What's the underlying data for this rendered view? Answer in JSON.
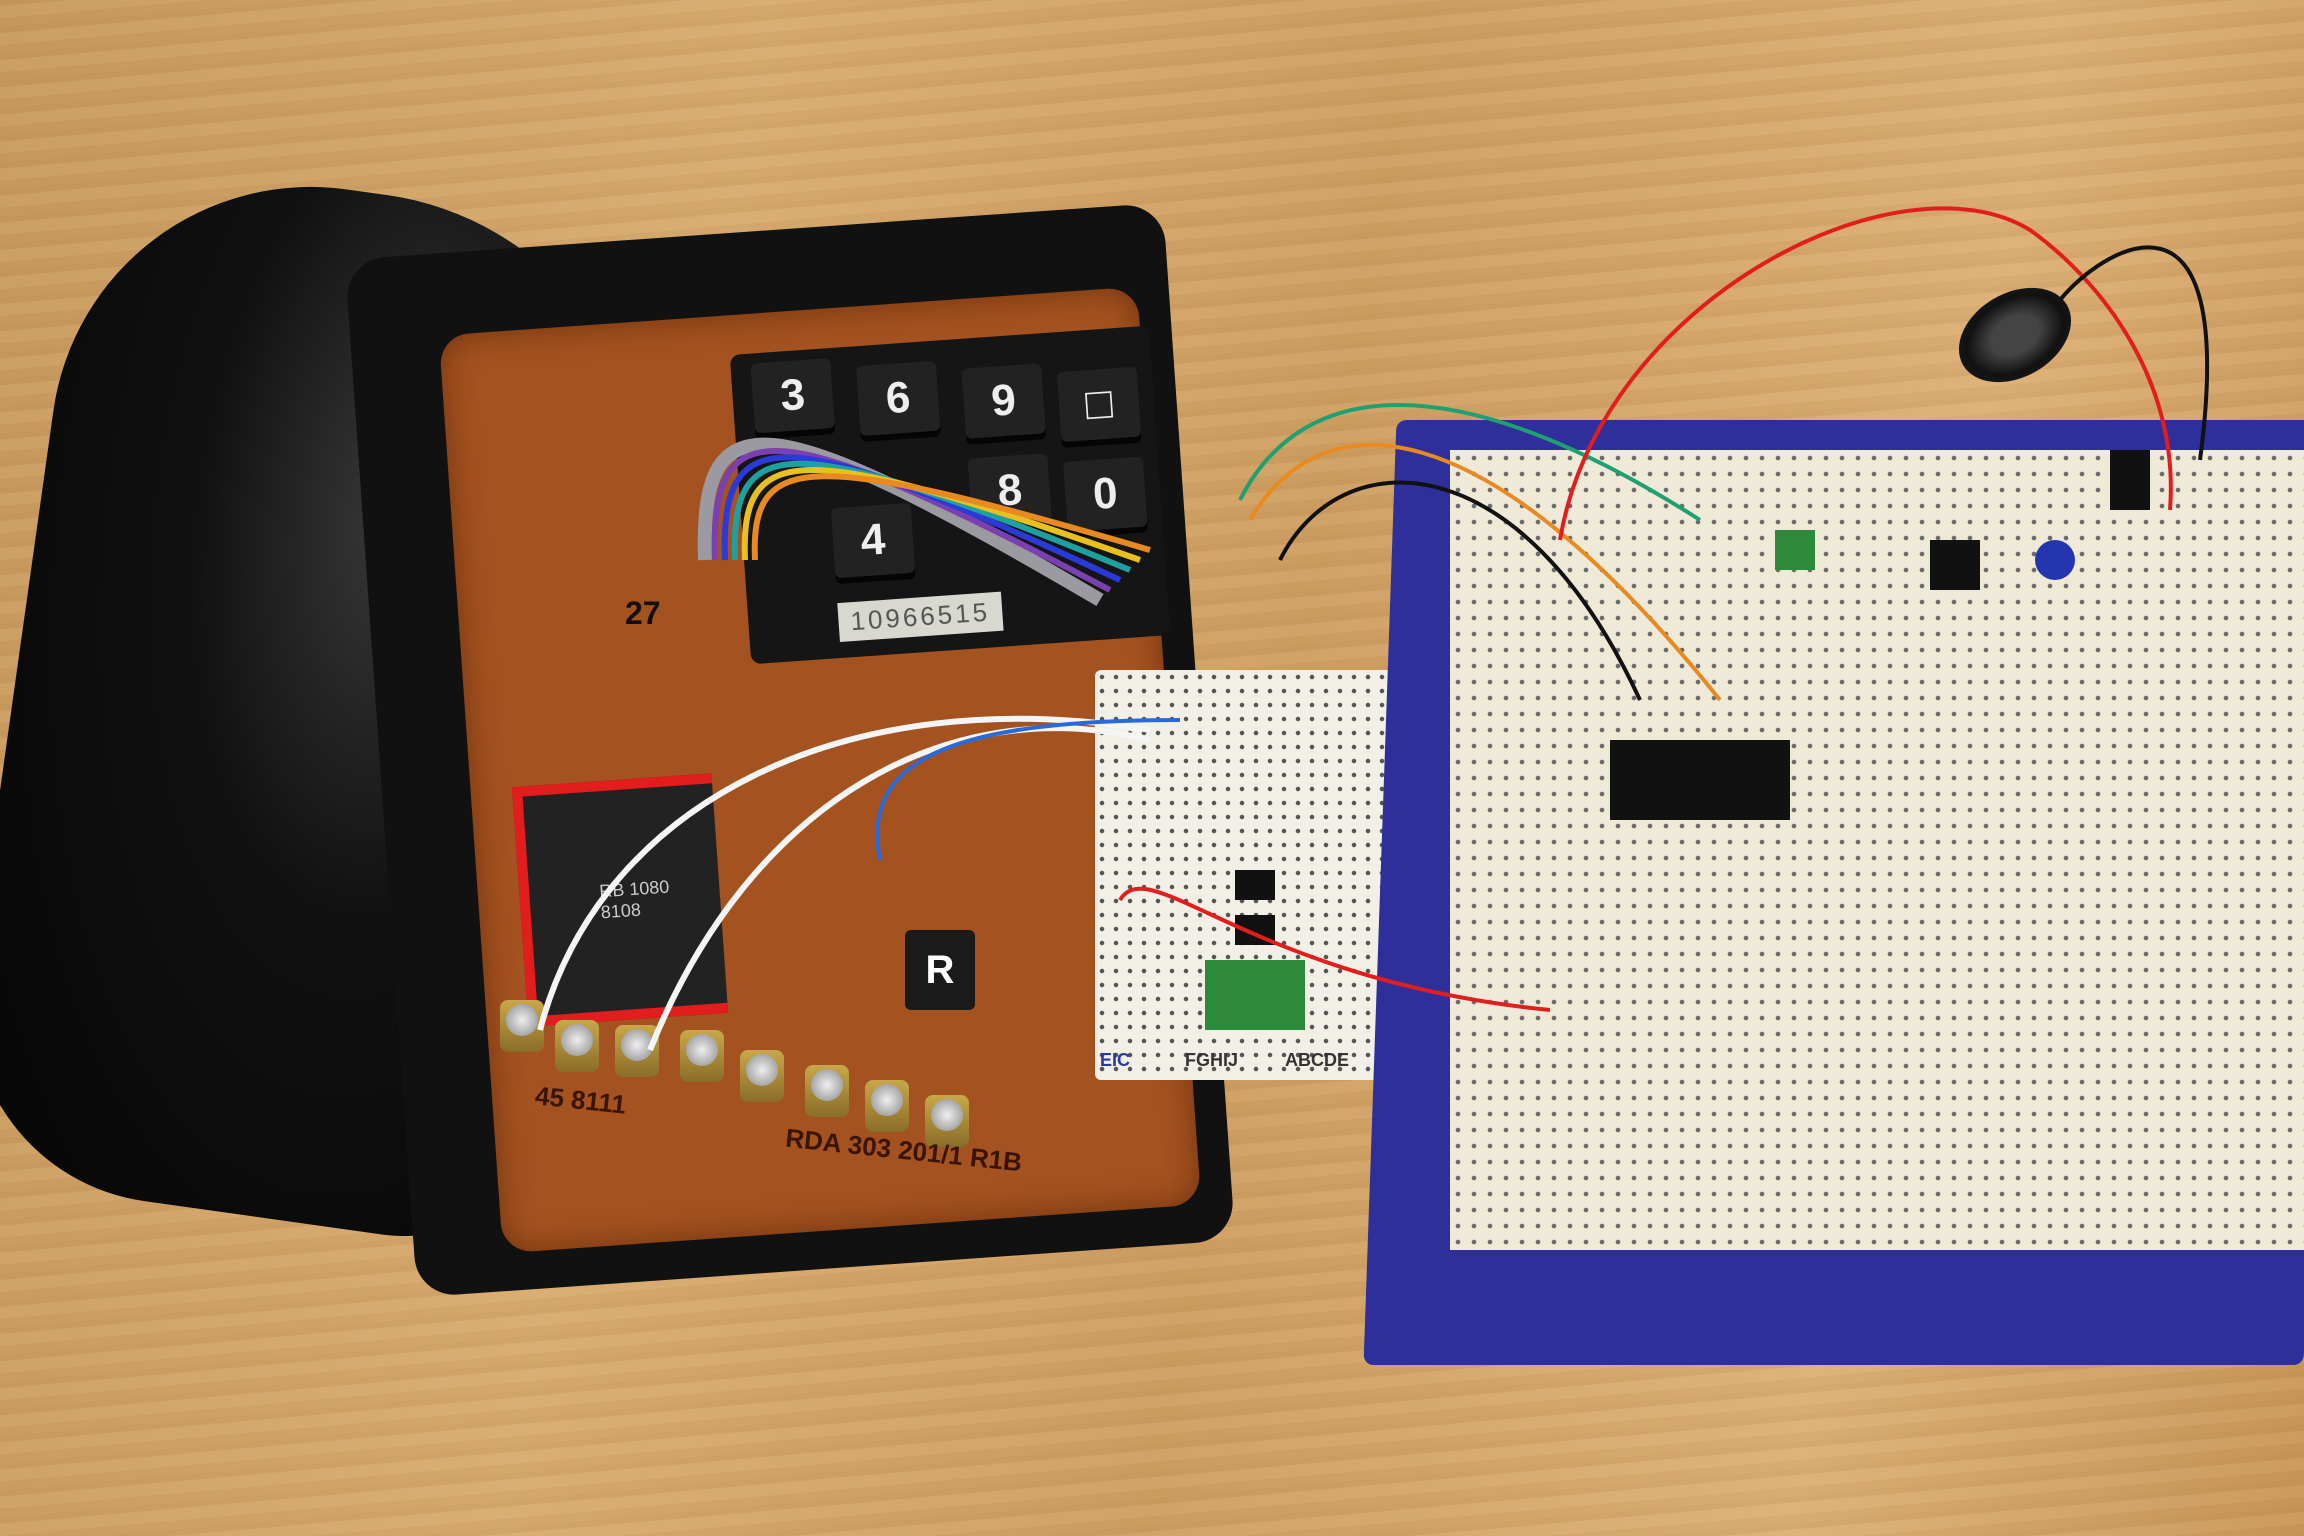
{
  "scene": {
    "keypad_keys": [
      "3",
      "6",
      "9",
      "□",
      "8",
      "0",
      "4"
    ],
    "keypad_label": "10966515",
    "board_number": "27",
    "relay_marking": "RB 1080 8108",
    "silkscreen_left": "45 8111",
    "silkscreen_right": "RDA 303 201/1 R1B",
    "recall_key": "R",
    "breadboard_small": {
      "brand": "EIC",
      "rows_left": "FGHIJ",
      "rows_right": "ABCDE"
    },
    "colors": {
      "wood": "#d3a468",
      "pcb": "#a4521f",
      "breadboard_frame": "#2e2f9a",
      "handset": "#111111",
      "relay_red": "#e21d1d"
    }
  }
}
